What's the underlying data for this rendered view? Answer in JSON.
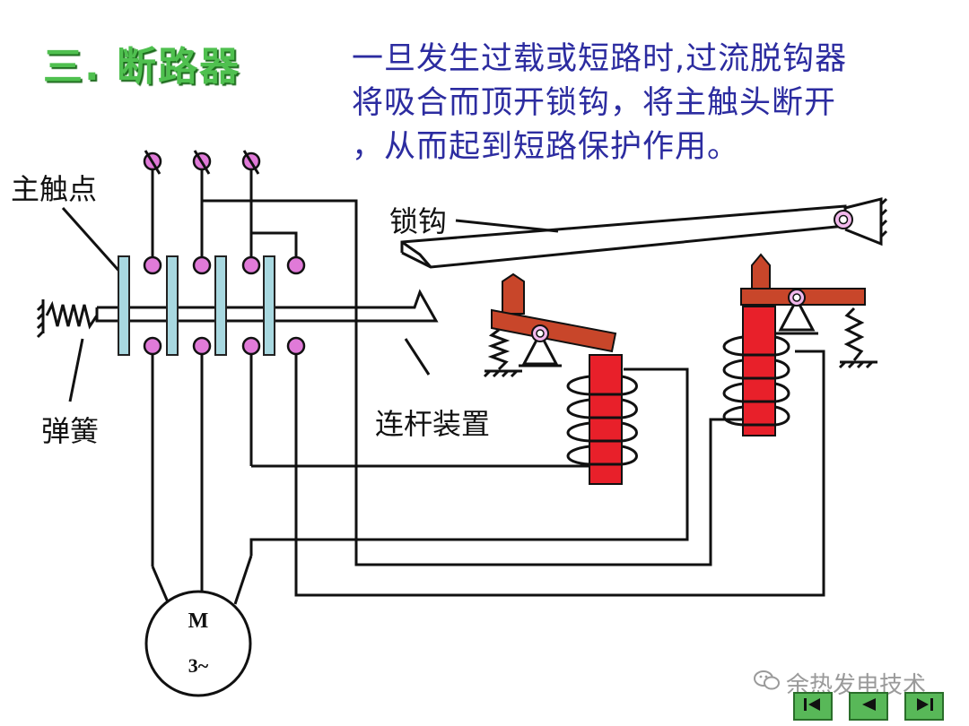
{
  "title": "三. 断路器",
  "description": {
    "lines": [
      "一旦发生过载或短路时,过流脱钩器",
      "将吸合而顶开锁钩，将主触头断开",
      "，从而起到短路保护作用。"
    ]
  },
  "labels": {
    "main_contacts": "主触点",
    "spring": "弹簧",
    "latch": "锁钩",
    "linkage": "连杆装置"
  },
  "motor": {
    "line1": "M",
    "line2": "3~"
  },
  "watermark": "余热发电技术",
  "colors": {
    "title": "#4fc04f",
    "description": "#2c2ca0",
    "coil": "#e8202a",
    "lever": "#c8462a",
    "contact_bar": "#a8d8e0",
    "terminal": "#e07ad8",
    "nav": "#58b858"
  },
  "icons": {
    "nav_first": "first-page-icon",
    "nav_prev": "prev-page-icon",
    "nav_next": "next-page-icon",
    "watermark": "wechat-icon"
  }
}
